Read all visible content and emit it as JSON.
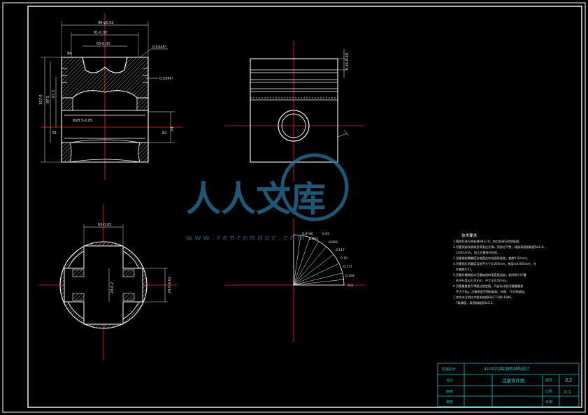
{
  "drawing": {
    "paper_size": "A2",
    "scale": "1:1"
  },
  "dimensions": {
    "top_outer": "96-φ0.02",
    "top_mid": "81-0.02",
    "top_inner": "63-0.05",
    "chamfer_top": "0.5X45°",
    "chamfer_side": "0.5X45°",
    "small_left": "84",
    "h1": "107-0",
    "h2": "97.5",
    "h3": "67.5",
    "h4": "61",
    "bore": "Φ28.5-0.05",
    "small_right": "82",
    "right_small": "24",
    "side_view_top": "0.45-0.40",
    "bottom_top": "63-0.05",
    "bottom_right": "24.5-0.02",
    "bottom_center": "29-0.2"
  },
  "radial_labels": [
    "0.0746",
    "0.05",
    "0.083",
    "0.083",
    "0.117",
    "0.15",
    "0.177",
    "0.184",
    "0.6"
  ],
  "tech_notes": {
    "title": "技术要求",
    "items": [
      "1.铸造后进行热处理HB≥70，加工前进行时效处理。",
      "2.活塞顶部及燃烧室表面应光滑，顶部应平整，裙部表面粗糙度Ra1.6。",
      "2300r/min，加工后需进行检验。",
      "3.活塞裙部椭圆度及锥度应符合图纸规定，偏差0.02mm。",
      "4.活塞销孔的圆度误差不大于0.005mm，锥度≤0.005mm，允",
      "许偏差0.01。",
      "5.活塞环槽侧面对活塞轴线的垂直度误差，相邻两个环槽",
      "的平行度≤0.02mm，不大于0.02mm。",
      "6.活塞重量差不得超过规定值，同台发动机活塞重量差",
      "不大于8g，活塞表面不得有裂纹、砂眼、气孔等缺陷。",
      "7.其余未注明技术要求按照GB/T1184-1996，",
      "7级精度，表面粗糙度Ra3.2。"
    ]
  },
  "title_block": {
    "design_label": "机械设计",
    "project": "4100ZQ柴油机结构设计",
    "designer_label": "设计",
    "drawing_title": "活塞零件图",
    "review_label": "审核",
    "approve_label": "审核",
    "sheet_label": "图号",
    "sheet_value": "A2",
    "scale_label": "比例",
    "scale_value": "1:1",
    "date_label": "日期"
  },
  "watermark": {
    "text": "人人文库",
    "url": "w w w . r e n r e n d o c . c o m"
  },
  "colors": {
    "background": "#000000",
    "line": "#ffffff",
    "centerline": "#ff2020",
    "dimension": "#e8e8e8",
    "title_block": "#20c8c8",
    "watermark": "#2a6f98"
  }
}
